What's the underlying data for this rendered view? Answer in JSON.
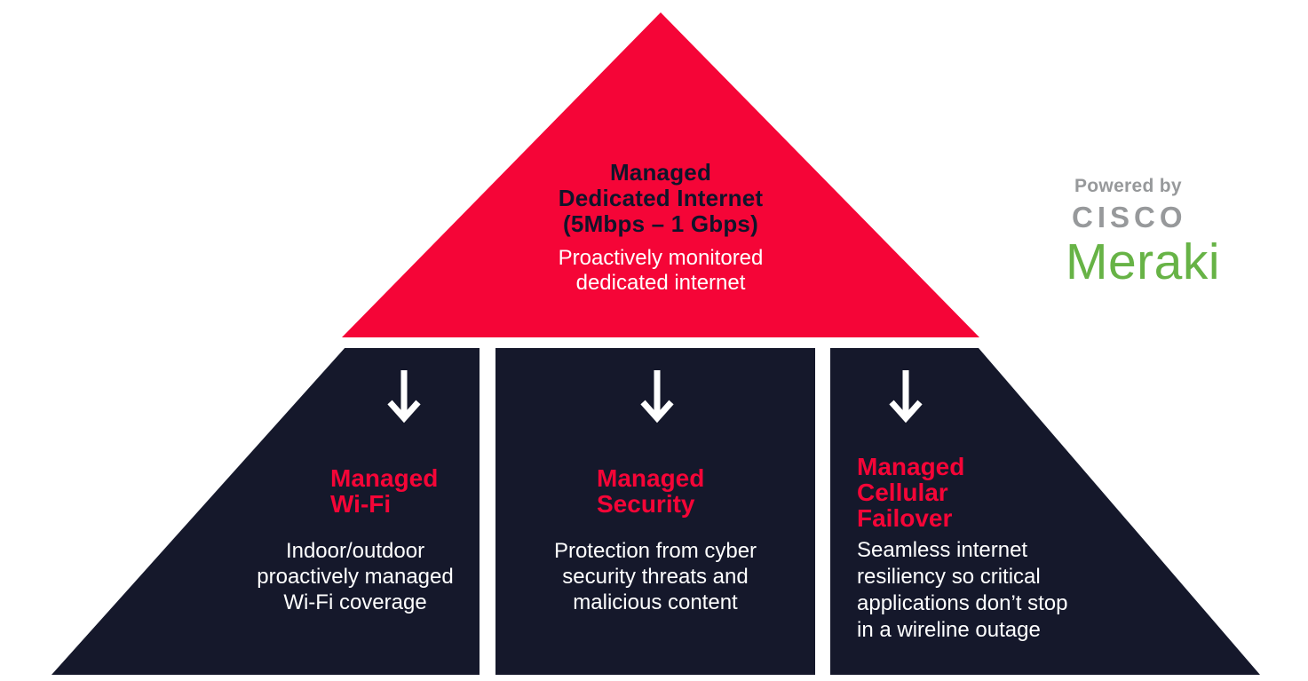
{
  "colors": {
    "red": "#F50537",
    "dark": "#15182B",
    "green": "#67B346",
    "gray": "#97999B",
    "white": "#FFFFFF"
  },
  "pyramid": {
    "top": {
      "title_lines": [
        "Managed",
        "Dedicated Internet",
        "(5Mbps – 1 Gbps)"
      ],
      "subtitle_lines": [
        "Proactively monitored",
        "dedicated internet"
      ]
    },
    "sections": [
      {
        "title_lines": [
          "Managed",
          "Wi-Fi"
        ],
        "body_lines": [
          "Indoor/outdoor",
          "proactively managed",
          "Wi-Fi coverage"
        ]
      },
      {
        "title_lines": [
          "Managed",
          "Security"
        ],
        "body_lines": [
          "Protection from cyber",
          "security threats and",
          "malicious content"
        ]
      },
      {
        "title_lines": [
          "Managed",
          "Cellular",
          "Failover"
        ],
        "body_lines": [
          "Seamless internet",
          "resiliency so critical",
          "applications don’t stop",
          "in a wireline outage"
        ]
      }
    ]
  },
  "branding": {
    "powered_by": "Powered by",
    "cisco": "CISCO",
    "meraki": "Meraki"
  }
}
